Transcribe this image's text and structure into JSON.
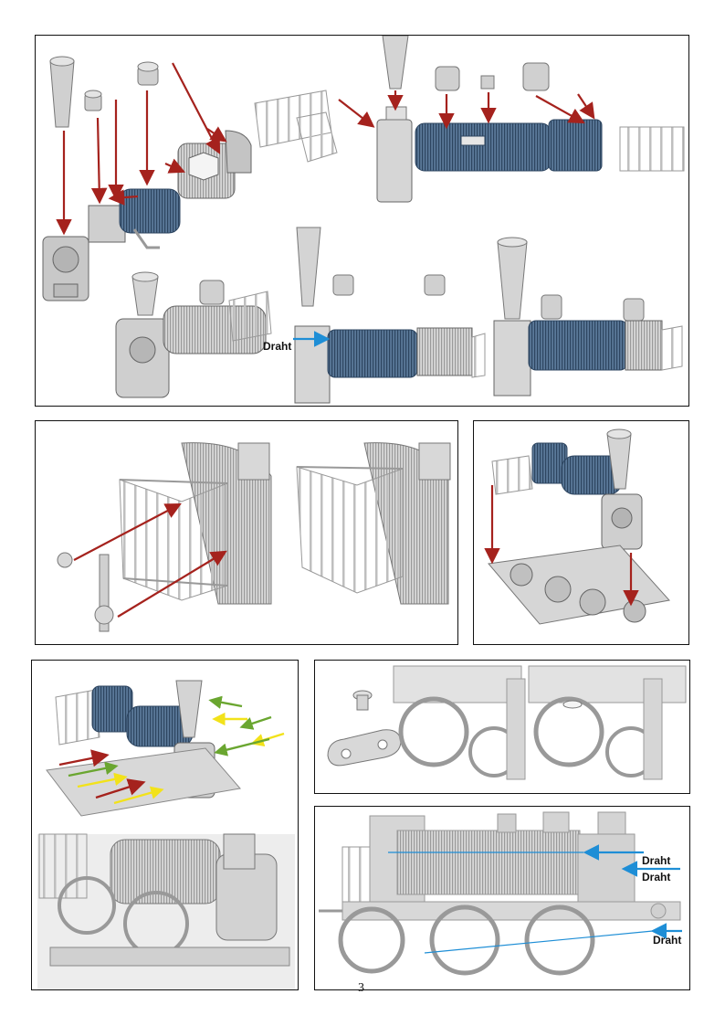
{
  "page": {
    "number": "3"
  },
  "labels": {
    "wire": "Draht"
  },
  "colors": {
    "arrow_red": "#a5221d",
    "arrow_blue": "#1e8ed6",
    "arrow_yellow": "#f2e21a",
    "arrow_green": "#6aa630",
    "boiler_blue": "#4a6a8c",
    "part_grey": "#c9c9c9"
  },
  "panels": [
    {
      "name": "boiler-assembly-step",
      "wire_labels": [
        "Draht"
      ]
    },
    {
      "name": "cab-rail-detail"
    },
    {
      "name": "body-to-chassis"
    },
    {
      "name": "wheel-springs"
    },
    {
      "name": "pin-link-detail"
    },
    {
      "name": "side-view-wires",
      "wire_labels": [
        "Draht",
        "Draht",
        "Draht"
      ]
    }
  ]
}
